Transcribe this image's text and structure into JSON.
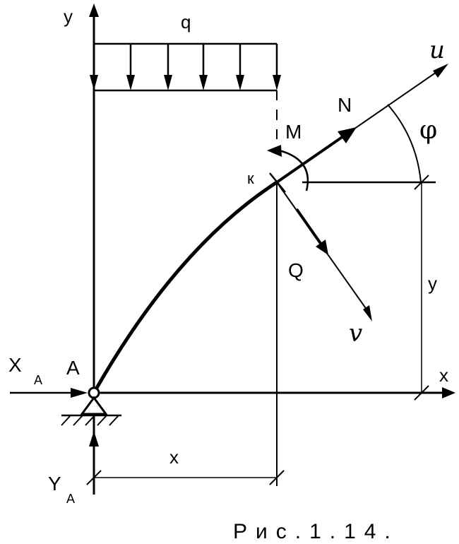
{
  "diagram": {
    "labels": {
      "y_axis_top": "y",
      "load": "q",
      "u_axis": "u",
      "normal_force": "N",
      "moment": "M",
      "angle": "φ",
      "section_point": "к",
      "shear_force": "Q",
      "y_dimension": "y",
      "v_axis": "v",
      "reaction_x": "X",
      "reaction_x_sub": "A",
      "support_point": "A",
      "x_axis": "x",
      "x_dimension": "x",
      "reaction_y": "Y",
      "reaction_y_sub": "A"
    },
    "caption": "Рис.1.14."
  }
}
